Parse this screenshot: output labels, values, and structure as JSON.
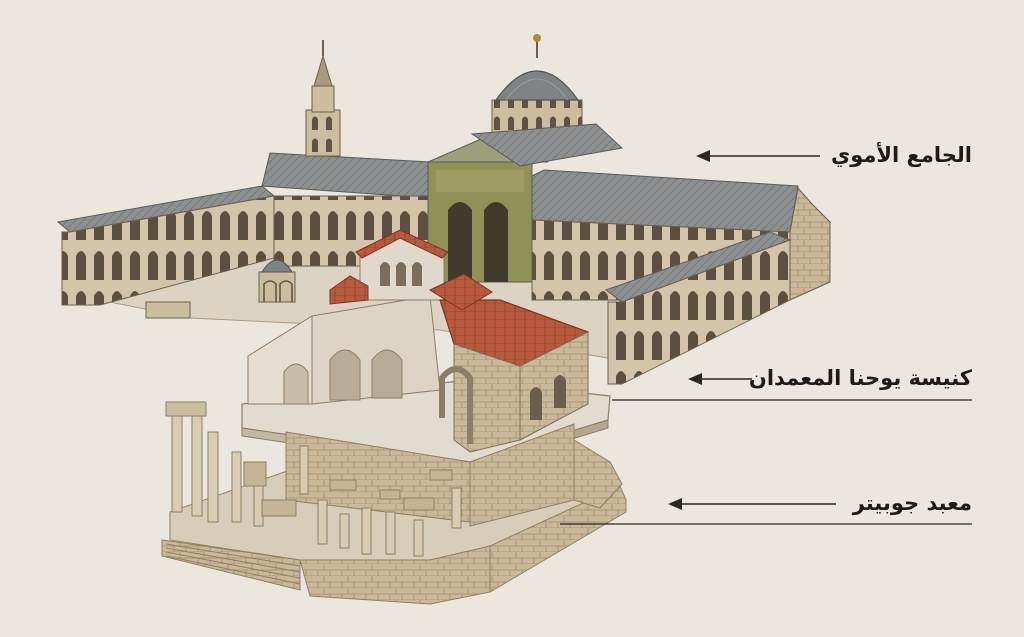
{
  "labels": {
    "mosque": "الجامع الأموي",
    "church": "كنيسة يوحنا المعمدان",
    "temple": "معبد جوبيتر"
  },
  "colors": {
    "background": "#ebe6de",
    "roof_gray": "#8d9091",
    "stone": "#cfc0a6",
    "stone_dark": "#a8977b",
    "terracotta": "#b95a3f",
    "mosaic_green": "#8f9256",
    "ink": "#2b2622"
  }
}
